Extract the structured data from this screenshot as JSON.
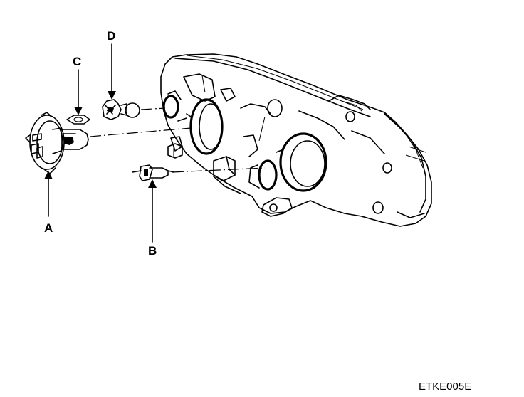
{
  "diagram": {
    "callouts": {
      "a": "A",
      "b": "B",
      "c": "C",
      "d": "D"
    },
    "figure_code": "ETKE005E"
  },
  "colors": {
    "line": "#000000",
    "background": "#ffffff"
  }
}
